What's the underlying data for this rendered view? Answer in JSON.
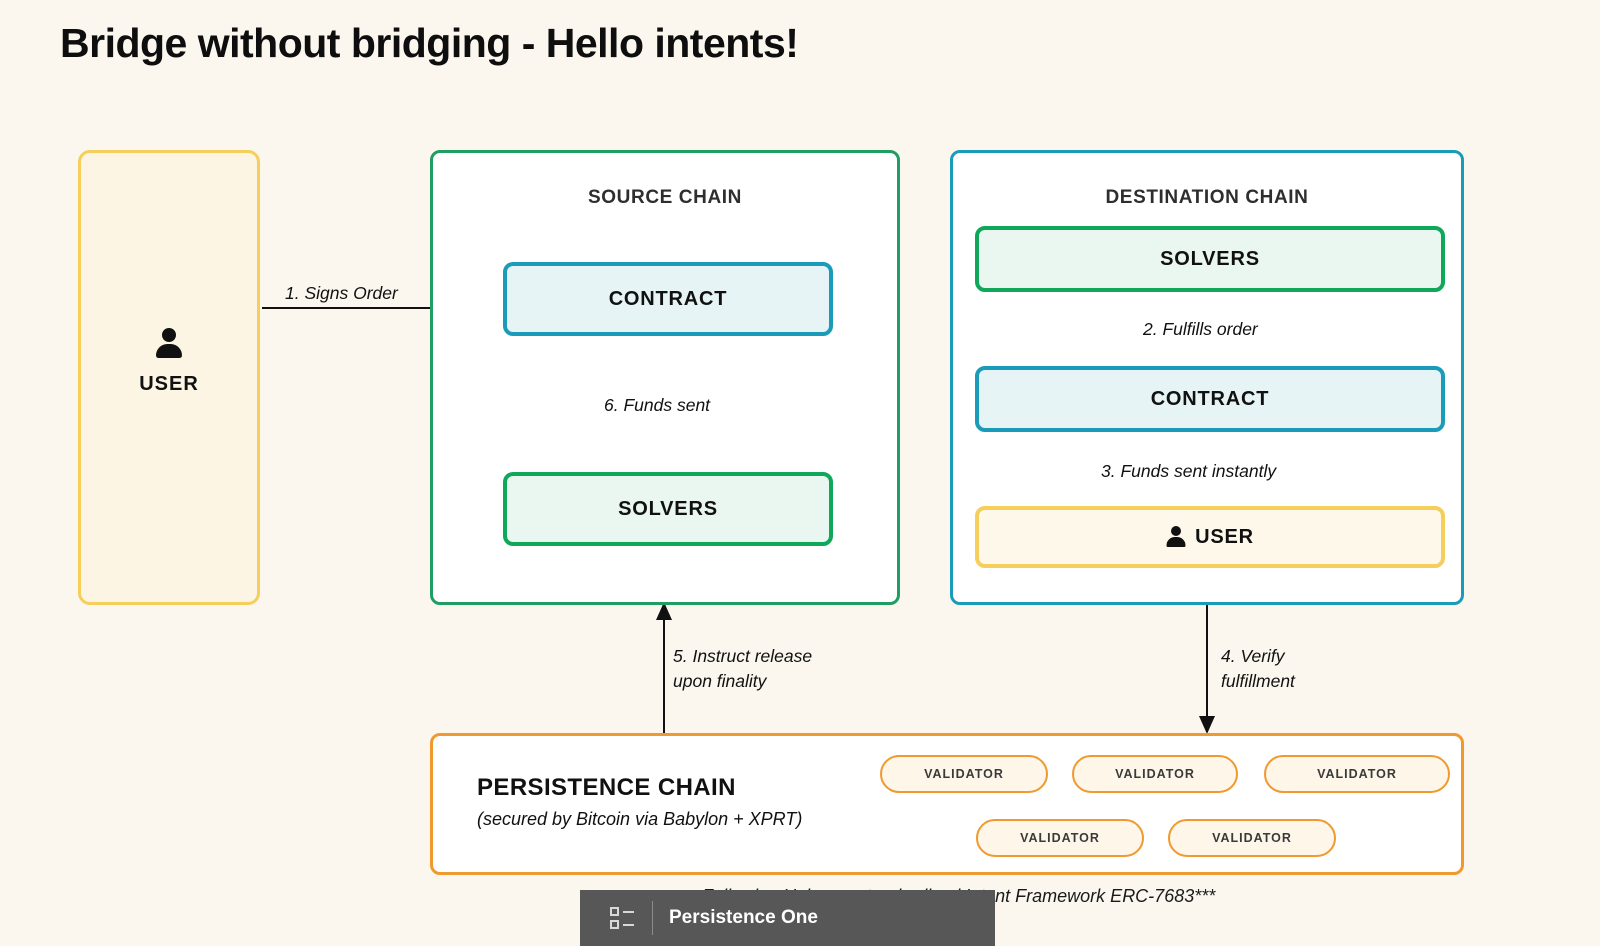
{
  "slide": {
    "title": "Bridge without bridging - Hello intents!",
    "background_color": "#FBF7EF",
    "footnote": "Following Uniswap standardized Intent Framework ERC-7683***"
  },
  "colors": {
    "yellow": "#F5CE5B",
    "green": "#0FA75A",
    "panel_green": "#1E9E63",
    "teal": "#1B9BBA",
    "orange": "#F0992E",
    "cream": "#FCF5E4",
    "text": "#111111"
  },
  "user_panel": {
    "label": "USER",
    "icon": "person-icon"
  },
  "source_chain": {
    "title": "SOURCE CHAIN",
    "nodes": [
      {
        "label": "CONTRACT",
        "style": "contract"
      },
      {
        "label": "SOLVERS",
        "style": "solvers"
      }
    ]
  },
  "destination_chain": {
    "title": "DESTINATION CHAIN",
    "nodes": [
      {
        "label": "SOLVERS",
        "style": "solvers"
      },
      {
        "label": "CONTRACT",
        "style": "contract"
      },
      {
        "label": "USER",
        "style": "useryel",
        "icon": "person-icon"
      }
    ]
  },
  "persistence_chain": {
    "title": "PERSISTENCE CHAIN",
    "subtitle": "(secured by Bitcoin via Babylon + XPRT)",
    "validators": [
      {
        "label": "VALIDATOR"
      },
      {
        "label": "VALIDATOR"
      },
      {
        "label": "VALIDATOR"
      },
      {
        "label": "VALIDATOR"
      },
      {
        "label": "VALIDATOR"
      }
    ]
  },
  "steps": [
    {
      "id": "step1",
      "text": "1. Signs Order"
    },
    {
      "id": "step2",
      "text": "2. Fulfills order"
    },
    {
      "id": "step3",
      "text": "3. Funds sent instantly"
    },
    {
      "id": "step4",
      "line1": "4. Verify",
      "line2": "fulfillment"
    },
    {
      "id": "step5",
      "line1": "5. Instruct release",
      "line2": "upon finality"
    },
    {
      "id": "step6",
      "text": "6. Funds sent"
    }
  ],
  "overlay": {
    "brand": "Persistence One",
    "icon": "list-view-icon"
  }
}
